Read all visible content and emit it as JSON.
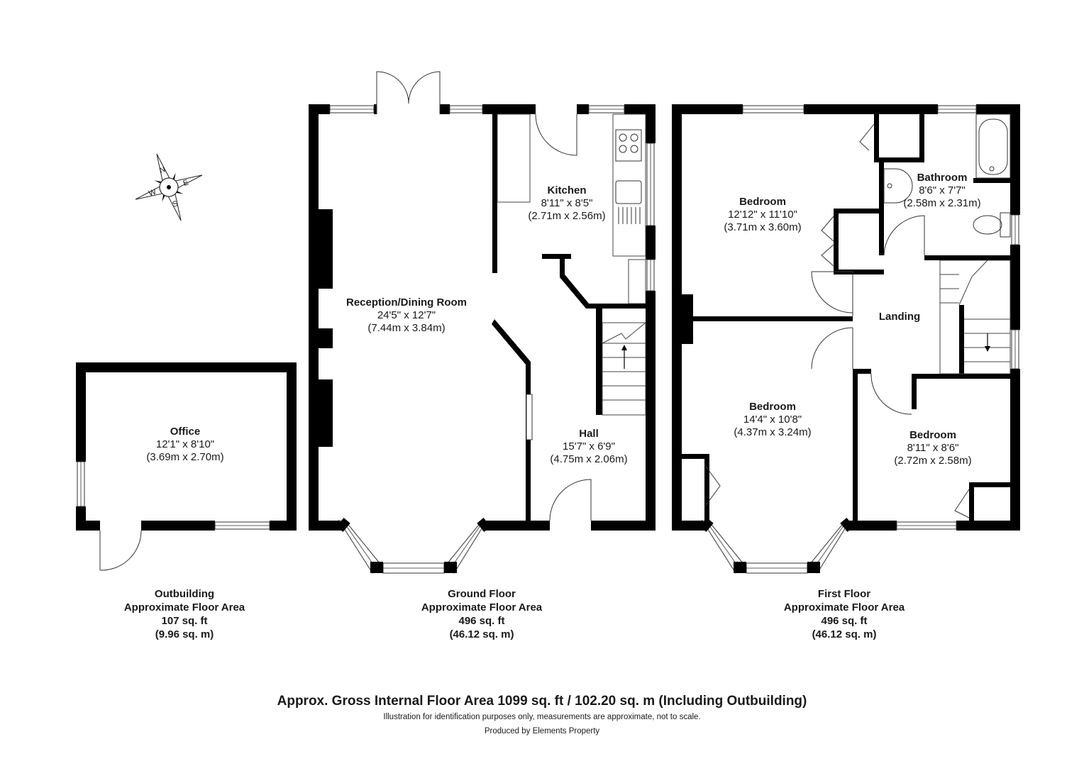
{
  "rooms": {
    "kitchen": {
      "name": "Kitchen",
      "imperial": "8'11\" x 8'5\"",
      "metric": "(2.71m x 2.56m)"
    },
    "reception": {
      "name": "Reception/Dining Room",
      "imperial": "24'5\" x 12'7\"",
      "metric": "(7.44m x 3.84m)"
    },
    "hall": {
      "name": "Hall",
      "imperial": "15'7\" x 6'9\"",
      "metric": "(4.75m x 2.06m)"
    },
    "office": {
      "name": "Office",
      "imperial": "12'1\" x 8'10\"",
      "metric": "(3.69m x 2.70m)"
    },
    "bedroom1": {
      "name": "Bedroom",
      "imperial": "12'12\" x 11'10\"",
      "metric": "(3.71m x 3.60m)"
    },
    "bathroom": {
      "name": "Bathroom",
      "imperial": "8'6\" x 7'7\"",
      "metric": "(2.58m x 2.31m)"
    },
    "landing": {
      "name": "Landing"
    },
    "bedroom2": {
      "name": "Bedroom",
      "imperial": "14'4\" x 10'8\"",
      "metric": "(4.37m x 3.24m)"
    },
    "bedroom3": {
      "name": "Bedroom",
      "imperial": "8'11\" x  8'6\"",
      "metric": "(2.72m x 2.58m)"
    }
  },
  "floors": {
    "outbuilding": {
      "l1": "Outbuilding",
      "l2": "Approximate Floor Area",
      "l3": "107 sq. ft",
      "l4": "(9.96 sq. m)"
    },
    "ground": {
      "l1": "Ground Floor",
      "l2": "Approximate Floor Area",
      "l3": "496 sq. ft",
      "l4": "(46.12 sq. m)"
    },
    "first": {
      "l1": "First Floor",
      "l2": "Approximate Floor Area",
      "l3": "496 sq. ft",
      "l4": "(46.12 sq. m)"
    }
  },
  "compass": {
    "n": "N",
    "e": "E",
    "s": "S",
    "w": "W"
  },
  "footer": {
    "total": "Approx. Gross Internal Floor Area 1099 sq. ft / 102.20 sq. m (Including Outbuilding)",
    "disclaimer": "Illustration for identification purposes only, measurements are approximate, not to scale.",
    "producer": "Produced by Elements Property"
  },
  "colors": {
    "wall": "#000000",
    "line": "#333333",
    "background": "#ffffff"
  }
}
